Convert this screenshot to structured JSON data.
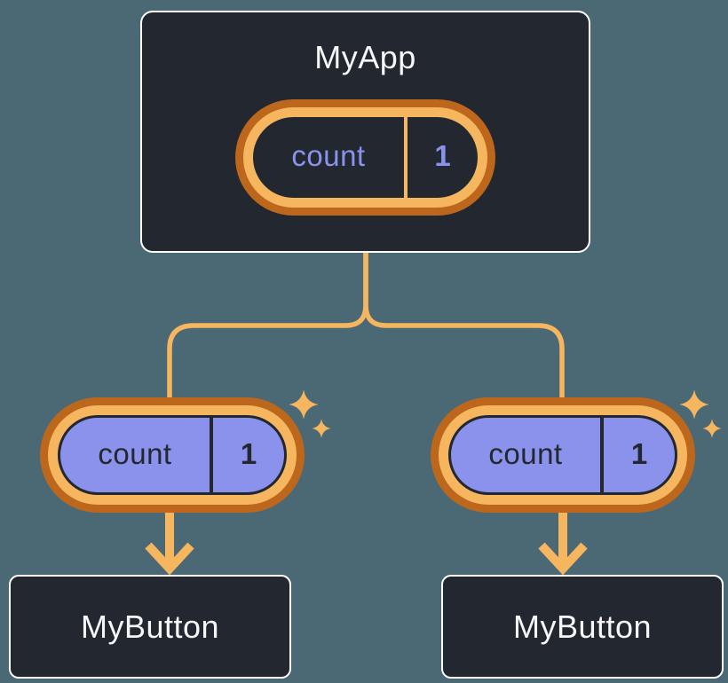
{
  "diagram": {
    "root": {
      "title": "MyApp",
      "state": {
        "key": "count",
        "value": "1"
      }
    },
    "children": [
      {
        "title": "MyButton",
        "state": {
          "key": "count",
          "value": "1"
        }
      },
      {
        "title": "MyButton",
        "state": {
          "key": "count",
          "value": "1"
        }
      }
    ],
    "colors": {
      "background": "#4A6974",
      "node_fill": "#23272F",
      "node_border": "#FFFFFF",
      "line": "#F6B55F",
      "ring_outer": "#BC671C",
      "ring_inner": "#F6B55F",
      "state_fill": "#8A92EC",
      "state_text_dark": "#23272F",
      "state_text_light": "#8A92EC",
      "label_text": "#F6F7F9"
    }
  }
}
